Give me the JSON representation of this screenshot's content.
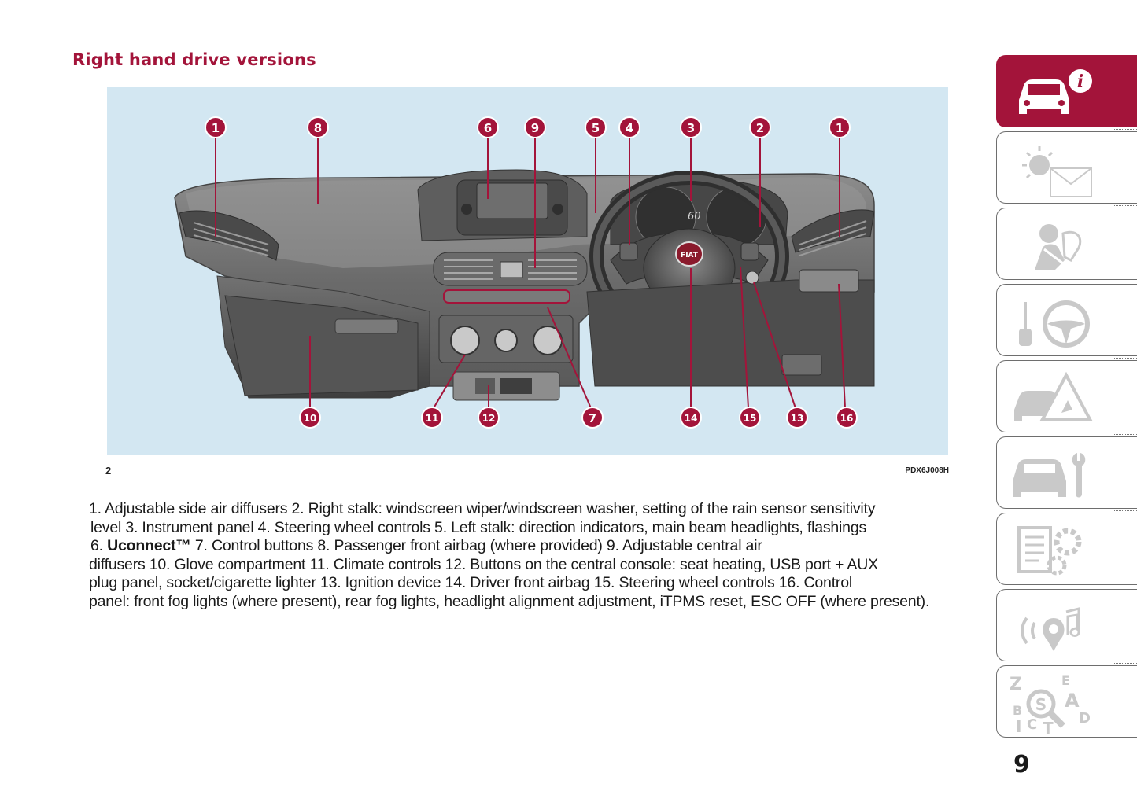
{
  "section": {
    "title": "Right hand drive versions"
  },
  "figure": {
    "number": "2",
    "code": "PDX6J008H",
    "callouts": [
      "1",
      "8",
      "6",
      "9",
      "5",
      "4",
      "3",
      "2",
      "1",
      "10",
      "11",
      "12",
      "7",
      "14",
      "15",
      "13",
      "16"
    ],
    "steering_badge": "FIAT",
    "speed_display": "60"
  },
  "caption": {
    "line1": "1. Adjustable side air diffusers    2. Right stalk: windscreen wiper/windscreen washer, setting of the rain sensor sensitivity",
    "line2": "level   3. Instrument panel    4. Steering wheel controls    5. Left stalk: direction indicators, main beam headlights, flashings",
    "line3_pre": "6. ",
    "line3_bold": "Uconnect™",
    "line3_post": "   7. Control buttons    8. Passenger front airbag (where provided)    9. Adjustable central air",
    "line4": "diffusers    10. Glove compartment    11. Climate controls    12. Buttons on the central console: seat heating, USB port + AUX",
    "line5": "plug panel, socket/cigarette lighter    13. Ignition device    14. Driver front airbag    15. Steering wheel controls    16. Control",
    "line6": "panel: front fog lights (where present), rear fog lights, headlight alignment adjustment, iTPMS reset, ESC OFF (where present)."
  },
  "side_tabs": [
    {
      "icon": "car-info-icon",
      "active": true
    },
    {
      "icon": "lights-warning-icon",
      "active": false
    },
    {
      "icon": "safety-airbag-icon",
      "active": false
    },
    {
      "icon": "starting-driving-icon",
      "active": false
    },
    {
      "icon": "emergency-icon",
      "active": false
    },
    {
      "icon": "maintenance-icon",
      "active": false
    },
    {
      "icon": "technical-data-icon",
      "active": false
    },
    {
      "icon": "multimedia-icon",
      "active": false
    },
    {
      "icon": "index-icon",
      "active": false
    }
  ],
  "page": {
    "number": "9"
  },
  "colors": {
    "accent": "#a3143a",
    "figure_bg": "#d3e7f2"
  }
}
